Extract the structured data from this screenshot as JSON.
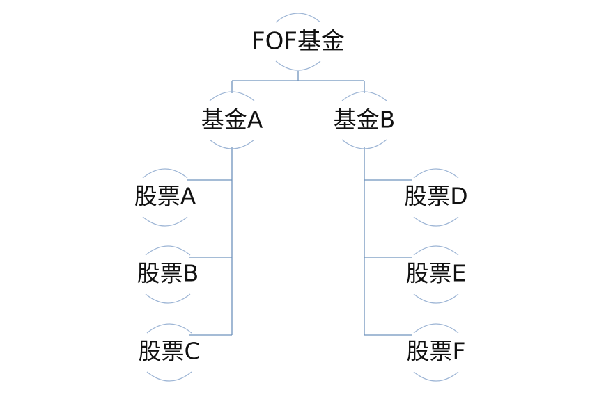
{
  "diagram": {
    "root": {
      "label": "FOF基金"
    },
    "funds": [
      {
        "label": "基金A",
        "stocks": [
          {
            "label": "股票A"
          },
          {
            "label": "股票B"
          },
          {
            "label": "股票C"
          }
        ]
      },
      {
        "label": "基金B",
        "stocks": [
          {
            "label": "股票D"
          },
          {
            "label": "股票E"
          },
          {
            "label": "股票F"
          }
        ]
      }
    ],
    "colors": {
      "connector": "#6f93bd",
      "arc": "#9db5d5",
      "text": "#111111"
    }
  }
}
